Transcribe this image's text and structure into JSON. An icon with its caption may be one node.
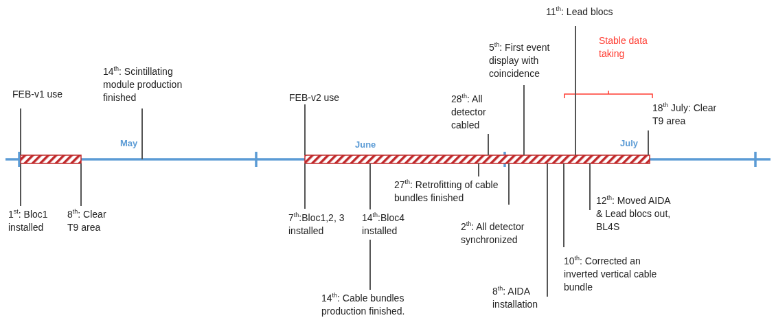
{
  "diagram": {
    "nodes": [
      {
        "text": [
          "FEB-v1 use"
        ]
      },
      {
        "text": [
          "1$^{st}$: Bloc1 installed"
        ]
      },
      {
        "text": [
          "8$^{th}$: Clear T9 area"
        ]
      },
      {
        "text": [
          "14$^{th}$: Scintillating module production finished"
        ]
      },
      {
        "text": [
          "FEB-v2 use"
        ]
      },
      {
        "text": [
          "7$^{th}$:Bloc1,2, 3 installed"
        ]
      },
      {
        "text": [
          "14$^{th}$:Bloc4 installed"
        ]
      },
      {
        "text": [
          "14$^{th}$: Cable bundles production finished."
        ]
      },
      {
        "text": [
          "27$^{th}$: Retrofitting of cable bundles finished"
        ]
      },
      {
        "text": [
          "28$^{th}$: All detector cabled"
        ]
      },
      {
        "text": [
          "2$^{th}$: All detector synchronized"
        ]
      },
      {
        "text": [
          "5$^{th}$: First event display with coincidence"
        ]
      },
      {
        "text": [
          "8$^{th}$: AIDA installation"
        ]
      },
      {
        "text": [
          "10$^{th}$: Corrected an inverted vertical cable bundle"
        ]
      },
      {
        "text": [
          "11$^{th}$: Lead blocs"
        ]
      },
      {
        "text": [
          "12$^{th}$: Moved AIDA & Lead blocs out, BL4S"
        ]
      },
      {
        "text": [
          "18$^{th}$ July: Clear T9 area"
        ]
      },
      {
        "text": [],
        "shape": "bar"
      },
      {
        "text": [],
        "shape": "bar"
      }
    ],
    "edges": [
      {
        "from": 0,
        "to": 17,
        "arrow": "none"
      },
      {
        "from": 1,
        "to": 17,
        "arrow": "none"
      },
      {
        "from": 2,
        "to": 17,
        "arrow": "none"
      },
      {
        "from": 3,
        "to": null,
        "arrow": "none"
      },
      {
        "from": 4,
        "to": 18,
        "arrow": "none"
      },
      {
        "from": 5,
        "to": 18,
        "arrow": "none"
      },
      {
        "from": 6,
        "to": 18,
        "arrow": "none"
      },
      {
        "from": 7,
        "to": 6,
        "arrow": "none"
      },
      {
        "from": 8,
        "to": 18,
        "arrow": "none"
      },
      {
        "from": 9,
        "to": 18,
        "arrow": "none"
      },
      {
        "from": 10,
        "to": 18,
        "arrow": "none"
      },
      {
        "from": 11,
        "to": 18,
        "arrow": "none"
      },
      {
        "from": 12,
        "to": 18,
        "arrow": "none"
      },
      {
        "from": 13,
        "to": 18,
        "arrow": "none"
      },
      {
        "from": 14,
        "to": 18,
        "arrow": "none"
      },
      {
        "from": 15,
        "to": 18,
        "arrow": "none"
      },
      {
        "from": 16,
        "to": 18,
        "arrow": "none"
      }
    ],
    "labels": [
      "May",
      "June",
      "July",
      "Stable data taking"
    ]
  }
}
